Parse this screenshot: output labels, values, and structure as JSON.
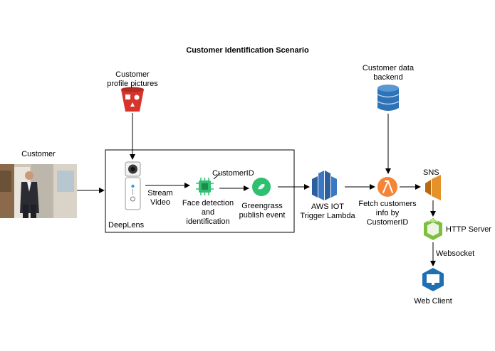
{
  "title": "Customer Identification Scenario",
  "nodes": {
    "customer": {
      "label": "Customer"
    },
    "profile_pictures": {
      "label_line1": "Customer",
      "label_line2": "profile pictures"
    },
    "deeplens": {
      "label": "DeepLens"
    },
    "stream_video": {
      "label_line1": "Stream",
      "label_line2": "Video"
    },
    "face_detection": {
      "label_line1": "Face detection",
      "label_line2": "and",
      "label_line3": "identification"
    },
    "customer_id": {
      "label": "CustomerID"
    },
    "greengrass": {
      "label_line1": "Greengrass",
      "label_line2": "publish event"
    },
    "aws_iot": {
      "label_line1": "AWS IOT",
      "label_line2": "Trigger Lambda"
    },
    "customer_backend": {
      "label_line1": "Customer data",
      "label_line2": "backend"
    },
    "lambda": {
      "label_line1": "Fetch customers",
      "label_line2": "info by",
      "label_line3": "CustomerID"
    },
    "sns": {
      "label": "SNS"
    },
    "http_server": {
      "label": "HTTP Server",
      "badge": "NODE"
    },
    "websocket": {
      "label": "Websocket"
    },
    "web_client": {
      "label": "Web Client",
      "badge": "Desktop"
    }
  },
  "colors": {
    "s3_red": "#d9342b",
    "dynamodb_blue": "#2e73b8",
    "iot_blue": "#3b78c4",
    "lambda_orange": "#f58536",
    "sns_orange": "#d4801b",
    "node_green": "#7fbf3f",
    "greengrass_green": "#2fbf71",
    "client_blue": "#1f6fb5"
  }
}
